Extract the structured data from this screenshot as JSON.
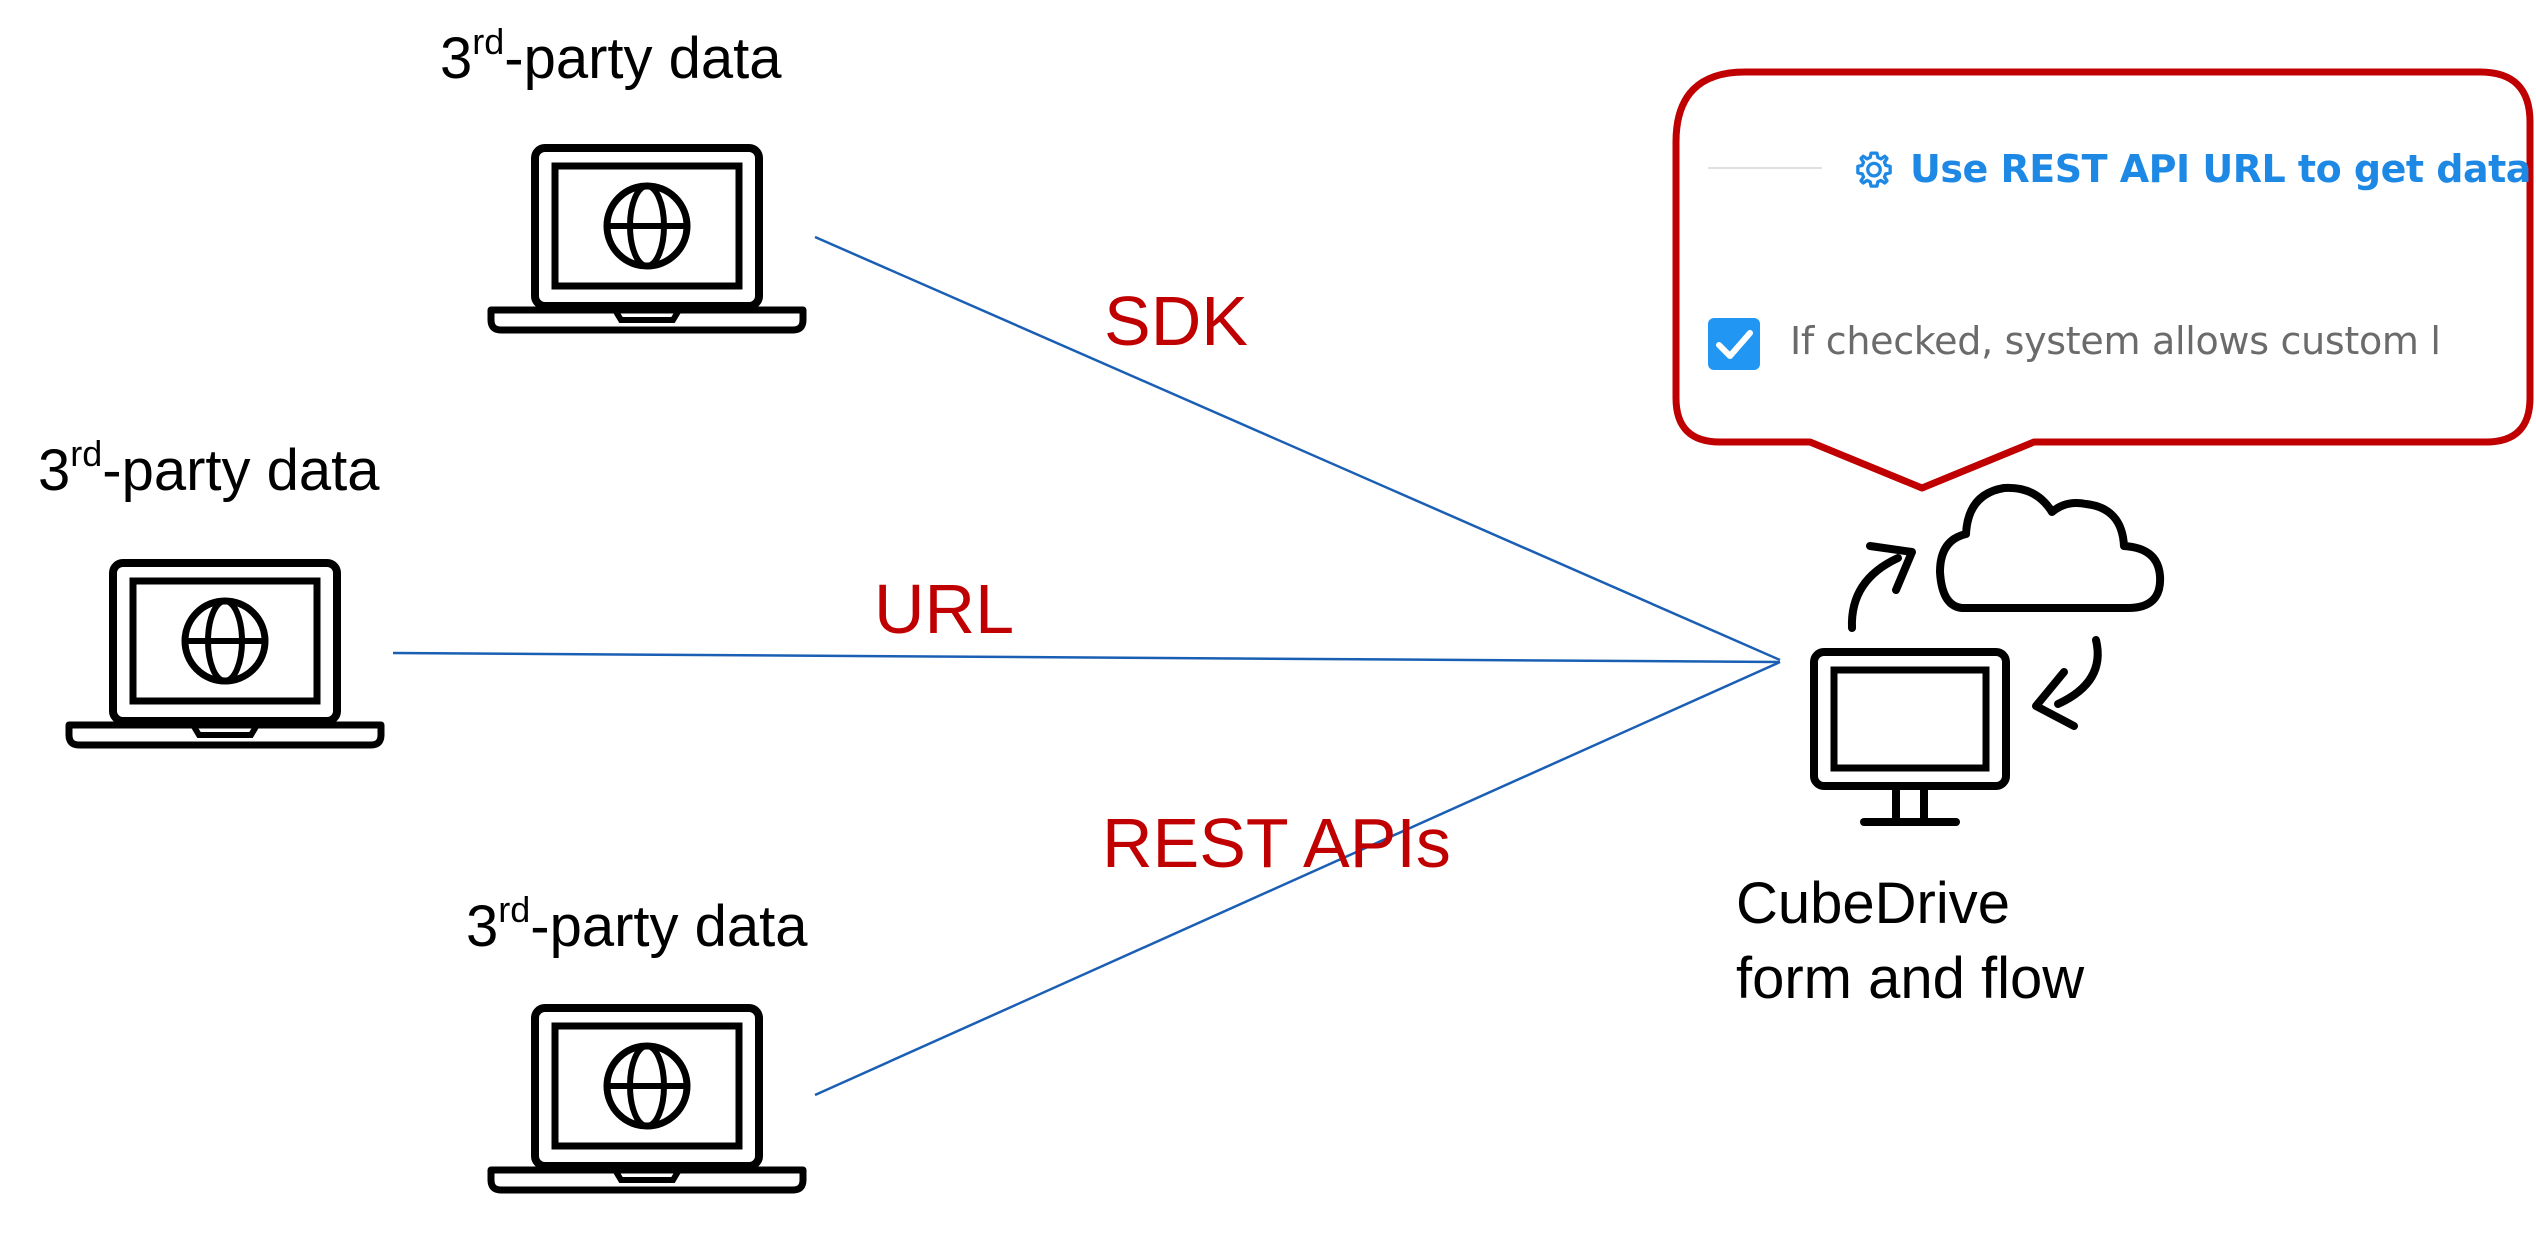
{
  "sources": [
    {
      "label_main": "3",
      "label_sup": "rd",
      "label_rest": "-party data"
    },
    {
      "label_main": "3",
      "label_sup": "rd",
      "label_rest": "-party data"
    },
    {
      "label_main": "3",
      "label_sup": "rd",
      "label_rest": "-party data"
    }
  ],
  "connections": [
    {
      "label": "SDK"
    },
    {
      "label": "URL"
    },
    {
      "label": "REST APIs"
    }
  ],
  "target": {
    "line1": "CubeDrive",
    "line2": "form and flow"
  },
  "callout": {
    "setting_link": "Use REST API URL to get data",
    "checkbox_text": "If checked, system allows custom l",
    "checkbox_checked": true
  },
  "colors": {
    "connector": "#1a5fb4",
    "connection_label": "#c00000",
    "callout_border": "#c00000",
    "link_blue": "#1e88e5",
    "checkbox_blue": "#2196f3",
    "muted_text": "#6b6b6b"
  },
  "icons": {
    "source": "laptop-globe-icon",
    "target": "desktop-cloud-sync-icon",
    "link": "gear-icon",
    "checkbox": "checkmark-icon"
  }
}
